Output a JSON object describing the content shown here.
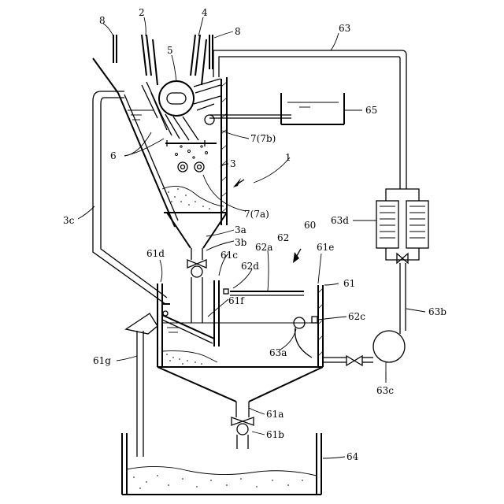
{
  "colors": {
    "ink": "#000000",
    "paper": "#ffffff"
  },
  "labels": {
    "l1": "1",
    "l2": "2",
    "l3": "3",
    "l3a": "3a",
    "l3b": "3b",
    "l3c": "3c",
    "l4": "4",
    "l5": "5",
    "l6": "6",
    "l7a": "7(7a)",
    "l7b": "7(7b)",
    "l8a": "8",
    "l8b": "8",
    "l60": "60",
    "l61": "61",
    "l61a": "61a",
    "l61b": "61b",
    "l61c": "61c",
    "l61d": "61d",
    "l61e": "61e",
    "l61f": "61f",
    "l61g": "61g",
    "l62": "62",
    "l62a": "62a",
    "l62c": "62c",
    "l62d": "62d",
    "l63": "63",
    "l63a": "63a",
    "l63b": "63b",
    "l63c": "63c",
    "l63d": "63d",
    "l64": "64",
    "l65": "65"
  }
}
